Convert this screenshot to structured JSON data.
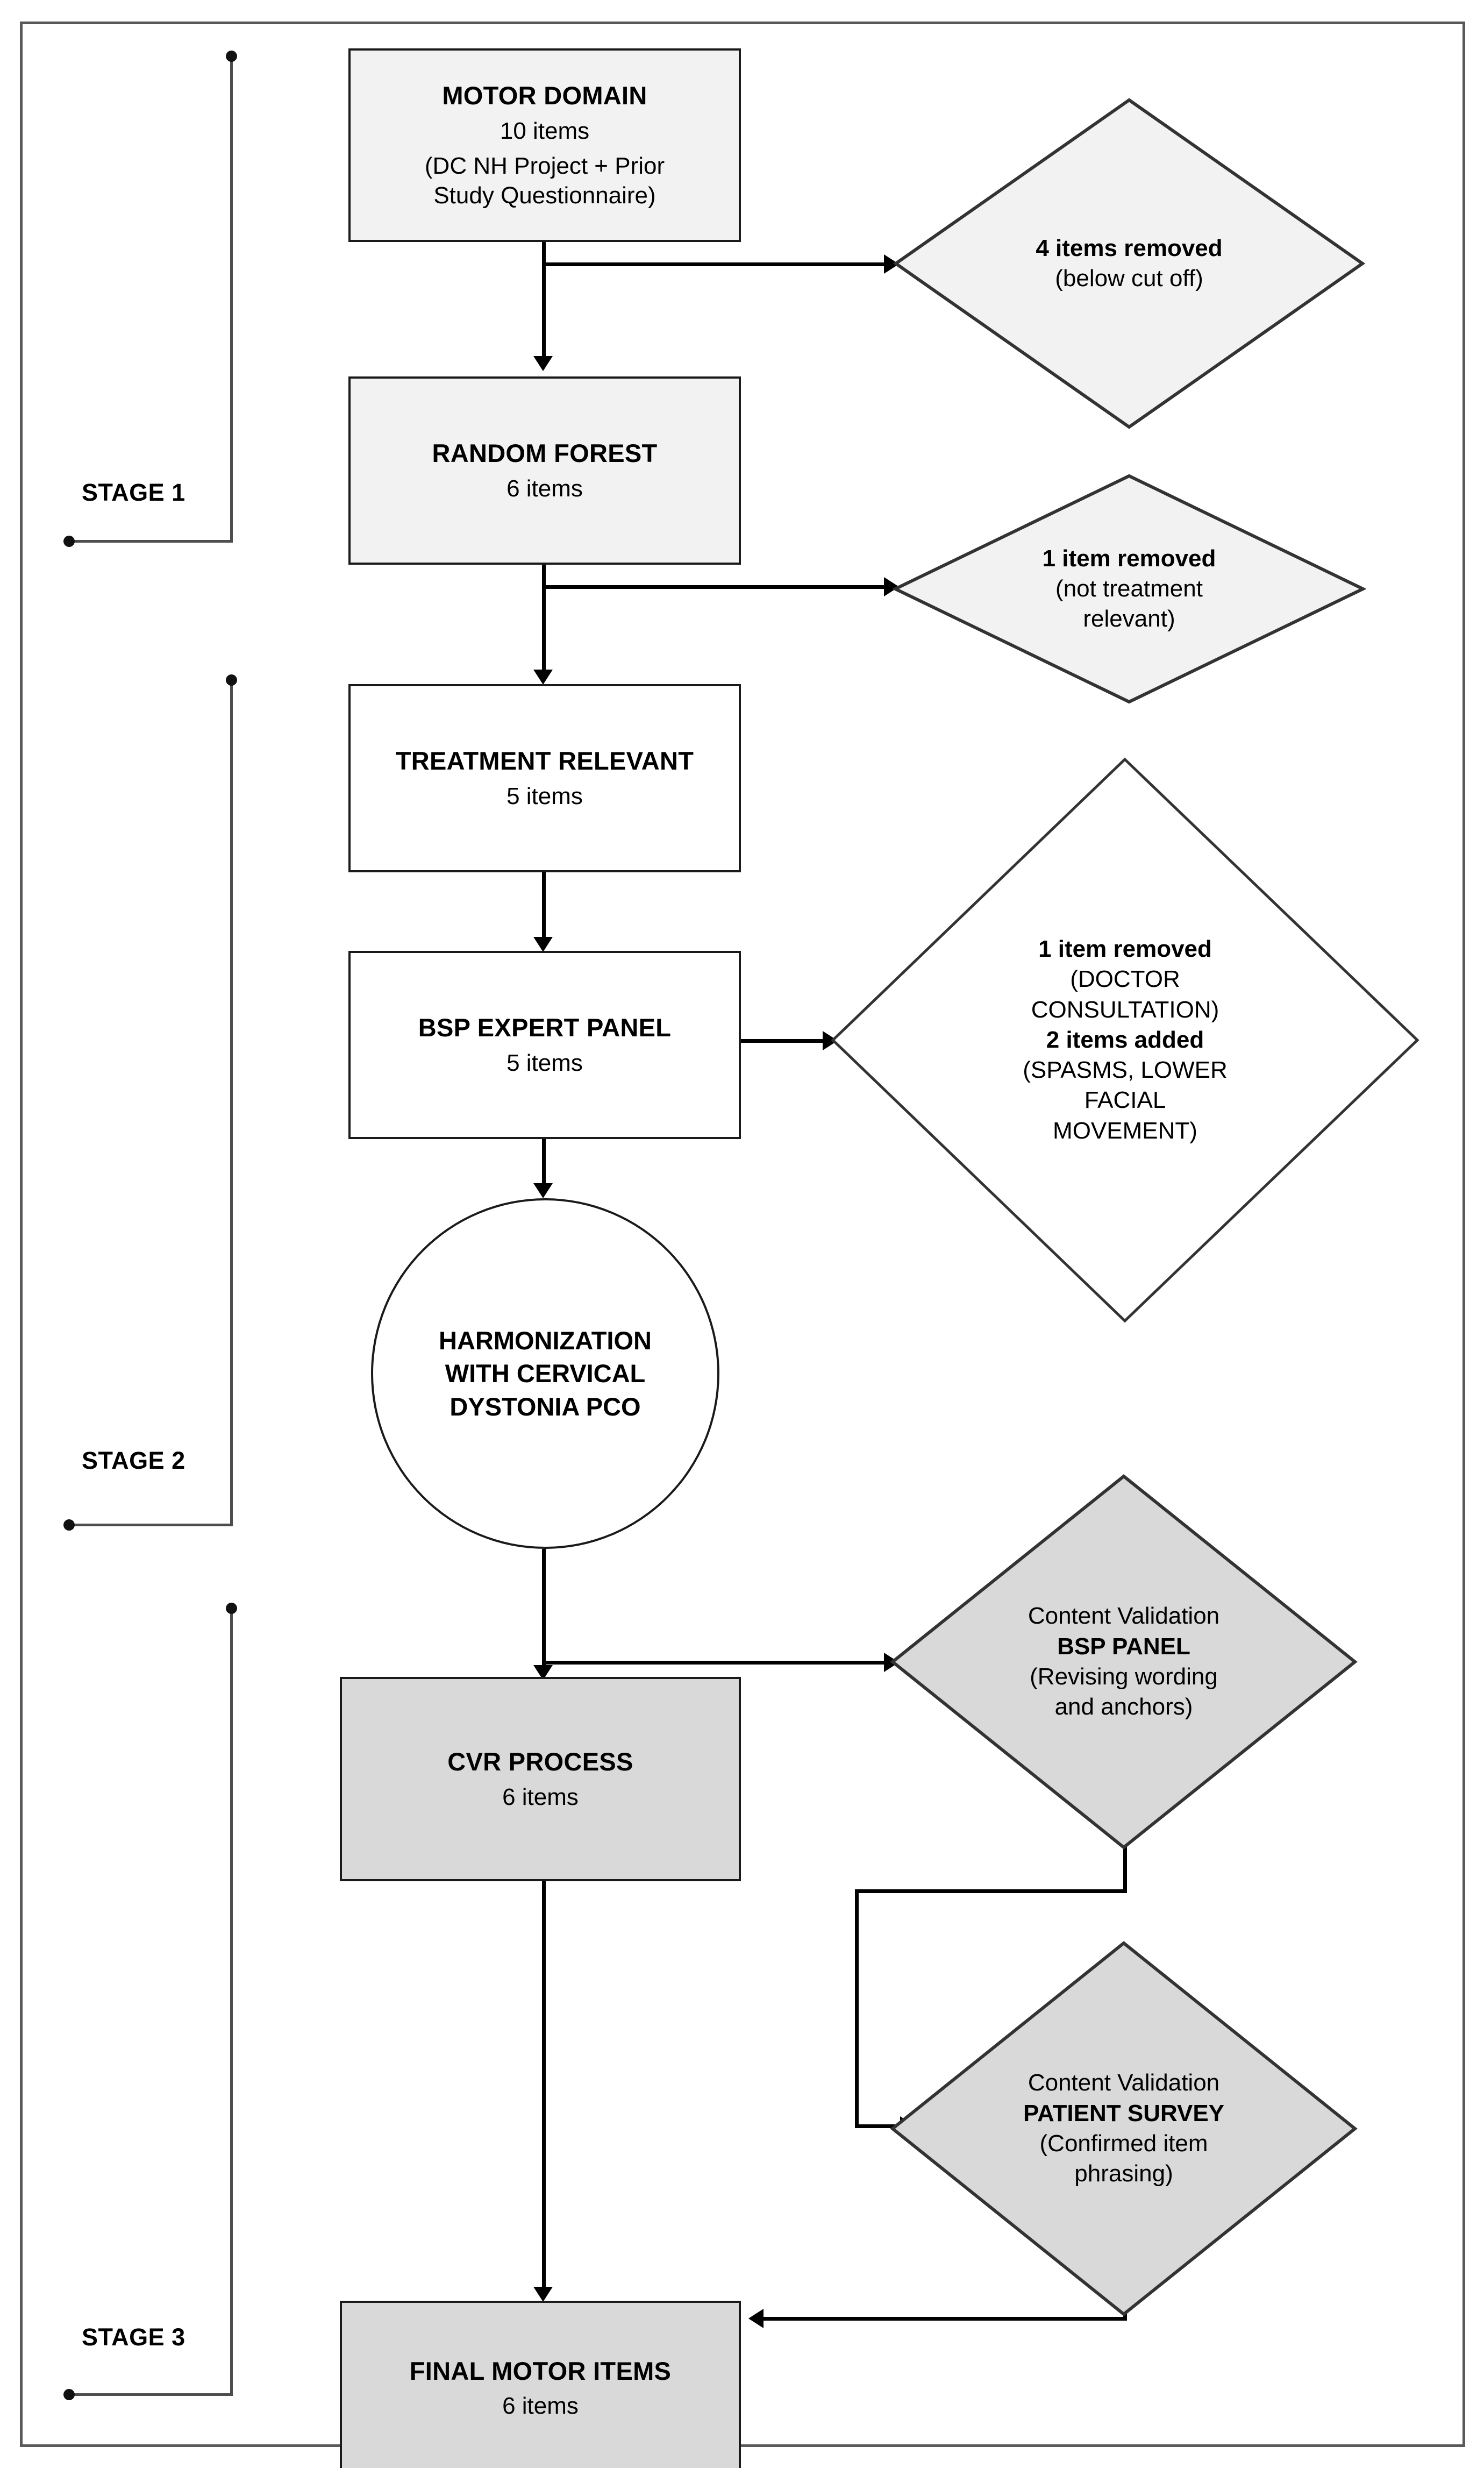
{
  "diagram": {
    "type": "flowchart",
    "title_present": false
  },
  "stages": [
    {
      "label": "STAGE 1"
    },
    {
      "label": "STAGE 2"
    },
    {
      "label": "STAGE 3"
    }
  ],
  "nodes": {
    "motor_domain": {
      "title": "MOTOR DOMAIN",
      "count": "10 items",
      "note_line1": "(DC NH Project + Prior",
      "note_line2": "Study Questionnaire)"
    },
    "random_forest": {
      "title": "RANDOM FOREST",
      "count": "6 items"
    },
    "treatment_relevant": {
      "title": "TREATMENT RELEVANT",
      "count": "5 items"
    },
    "bsp_expert_panel": {
      "title": "BSP EXPERT PANEL",
      "count": "5 items"
    },
    "harmonization": {
      "line1": "HARMONIZATION",
      "line2": "WITH CERVICAL",
      "line3": "DYSTONIA PCO"
    },
    "cvr_process": {
      "title": "CVR PROCESS",
      "count": "6 items"
    },
    "final_motor_items": {
      "title": "FINAL MOTOR ITEMS",
      "count": "6 items"
    }
  },
  "decisions": {
    "removed_4": {
      "line1": "4 items removed",
      "line2": "(below cut off)"
    },
    "removed_1": {
      "line1": "1 item removed",
      "line2": "(not treatment",
      "line3": "relevant)"
    },
    "panel_changes": {
      "line1": "1 item removed",
      "line2": "(DOCTOR",
      "line3": "CONSULTATION)",
      "line4": "2 items added",
      "line5": "(SPASMS, LOWER",
      "line6": "FACIAL",
      "line7": "MOVEMENT)"
    },
    "bsp_panel_validation": {
      "line1": "Content Validation",
      "line2": "BSP PANEL",
      "line3": "(Revising wording",
      "line4": "and anchors)"
    },
    "patient_survey_validation": {
      "line1": "Content Validation",
      "line2": "PATIENT SURVEY",
      "line3": "(Confirmed item",
      "line4": "phrasing)"
    }
  },
  "colors": {
    "box_fill_light": "#f2f2f2",
    "box_fill_white": "#ffffff",
    "box_fill_gray": "#d9d9d9",
    "stroke": "#1a1a1a",
    "frame": "#595959",
    "connector": "#000000"
  }
}
